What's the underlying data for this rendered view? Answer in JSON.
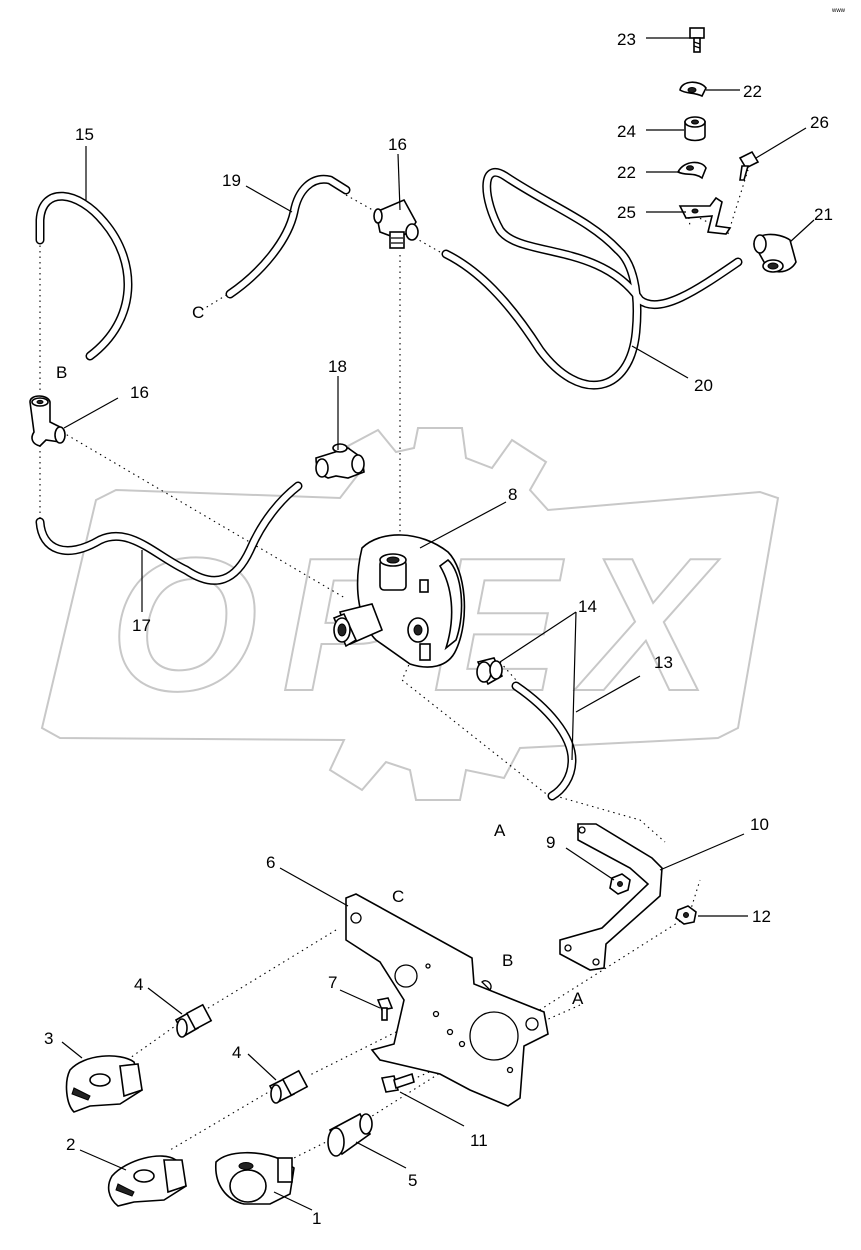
{
  "corner_mark": "www",
  "watermark": {
    "text": "OPEX"
  },
  "callouts": [
    {
      "id": "c23",
      "label": "23"
    },
    {
      "id": "c22a",
      "label": "22"
    },
    {
      "id": "c24",
      "label": "24"
    },
    {
      "id": "c26",
      "label": "26"
    },
    {
      "id": "c22b",
      "label": "22"
    },
    {
      "id": "c25",
      "label": "25"
    },
    {
      "id": "c21",
      "label": "21"
    },
    {
      "id": "c15",
      "label": "15"
    },
    {
      "id": "c16a",
      "label": "16"
    },
    {
      "id": "c19",
      "label": "19"
    },
    {
      "id": "c20",
      "label": "20"
    },
    {
      "id": "c16b",
      "label": "16"
    },
    {
      "id": "c18",
      "label": "18"
    },
    {
      "id": "c8",
      "label": "8"
    },
    {
      "id": "c17",
      "label": "17"
    },
    {
      "id": "c14",
      "label": "14"
    },
    {
      "id": "c13",
      "label": "13"
    },
    {
      "id": "c10",
      "label": "10"
    },
    {
      "id": "c9",
      "label": "9"
    },
    {
      "id": "c6",
      "label": "6"
    },
    {
      "id": "c12",
      "label": "12"
    },
    {
      "id": "c4a",
      "label": "4"
    },
    {
      "id": "c7",
      "label": "7"
    },
    {
      "id": "c3",
      "label": "3"
    },
    {
      "id": "c4b",
      "label": "4"
    },
    {
      "id": "c11",
      "label": "11"
    },
    {
      "id": "c2",
      "label": "2"
    },
    {
      "id": "c5",
      "label": "5"
    },
    {
      "id": "c1",
      "label": "1"
    }
  ],
  "connection_letters": [
    {
      "id": "la1",
      "label": "A"
    },
    {
      "id": "la2",
      "label": "A"
    },
    {
      "id": "lb1",
      "label": "B"
    },
    {
      "id": "lb2",
      "label": "B"
    },
    {
      "id": "lc1",
      "label": "C"
    },
    {
      "id": "lc2",
      "label": "C"
    }
  ]
}
